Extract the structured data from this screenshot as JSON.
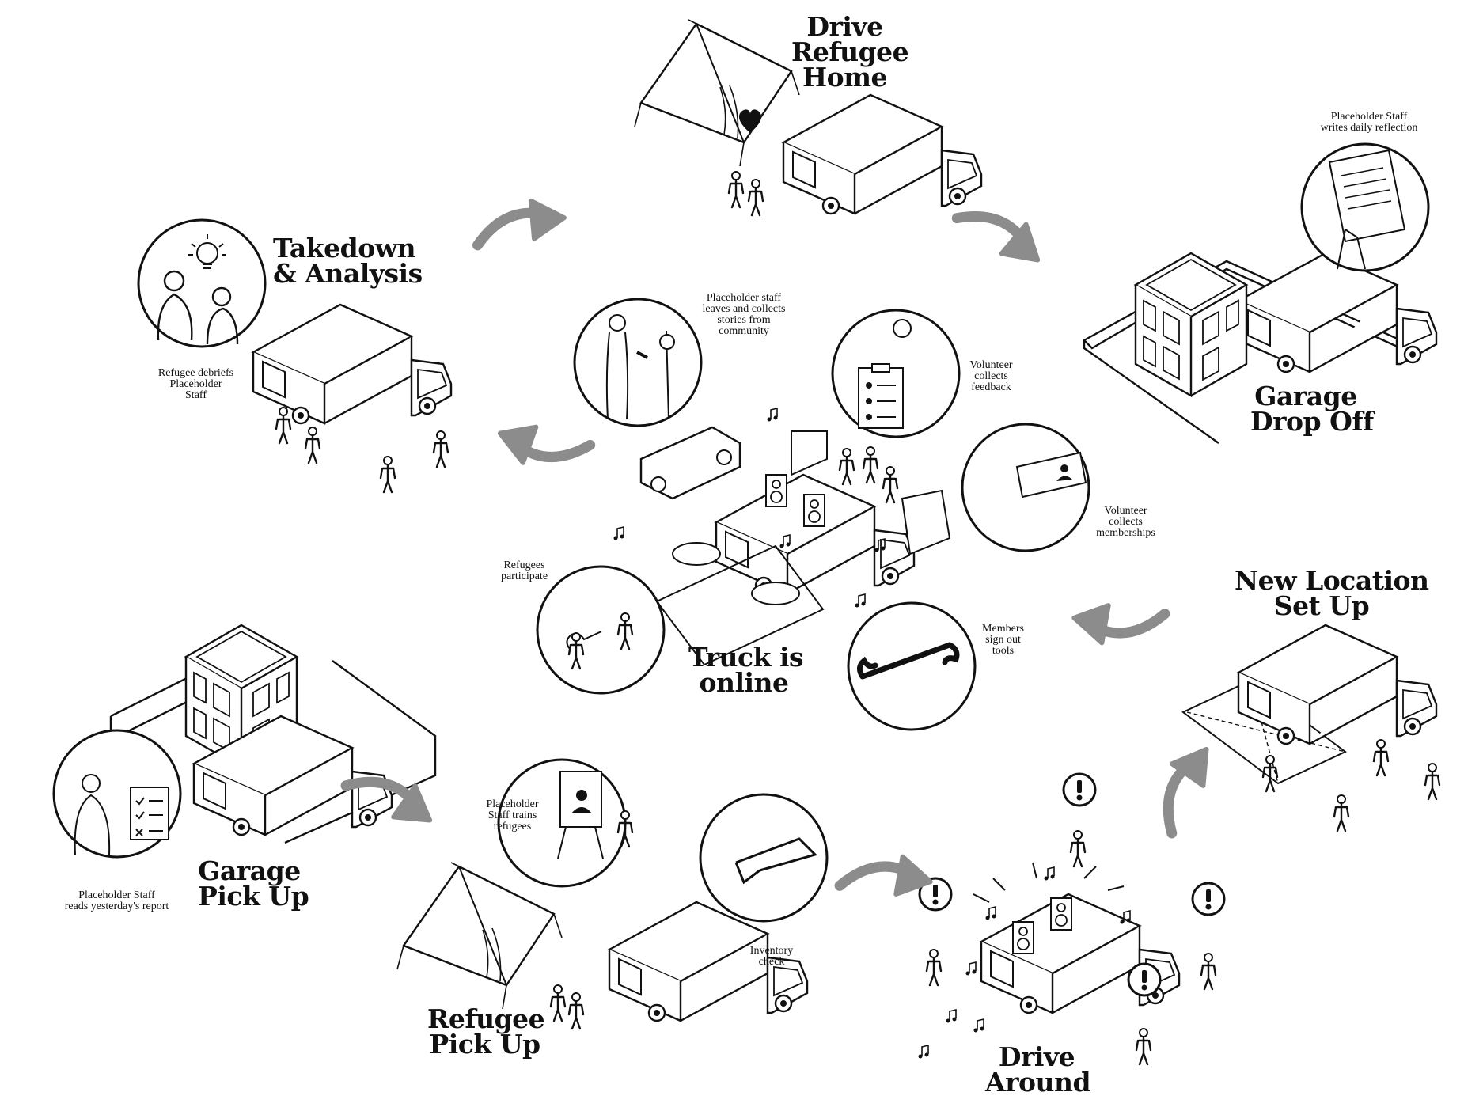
{
  "stages": {
    "drive_refugee_home": [
      "Drive",
      "Refugee",
      "Home"
    ],
    "garage_drop_off": [
      "Garage",
      "Drop Off"
    ],
    "takedown_analysis": [
      "Takedown",
      "& Analysis"
    ],
    "truck_is_online": [
      "Truck is",
      "online"
    ],
    "new_location_set_up": [
      "New Location",
      "Set Up"
    ],
    "garage_pick_up": [
      "Garage",
      "Pick Up"
    ],
    "refugee_pick_up": [
      "Refugee",
      "Pick Up"
    ],
    "drive_around": [
      "Drive",
      "Around"
    ]
  },
  "captions": {
    "staff_reflection": [
      "Placeholder Staff",
      "writes daily reflection"
    ],
    "refugee_debriefs": [
      "Refugee debriefs",
      "Placeholder",
      "Staff"
    ],
    "staff_stories": [
      "Placeholder staff",
      "leaves and collects",
      "stories from",
      "community"
    ],
    "volunteer_feedback": [
      "Volunteer",
      "collects",
      "feedback"
    ],
    "volunteer_memberships": [
      "Volunteer",
      "collects",
      "memberships"
    ],
    "refugees_participate": [
      "Refugees",
      "participate"
    ],
    "members_tools": [
      "Members",
      "sign out",
      "tools"
    ],
    "staff_trains": [
      "Placeholder",
      "Staff trains",
      "refugees"
    ],
    "inventory_check": [
      "Inventory",
      "check"
    ],
    "staff_report": [
      "Placeholder Staff",
      "reads yesterday's report"
    ]
  },
  "colors": {
    "ink": "#111111",
    "arrow": "#8c8c8c",
    "heart": "#111111"
  },
  "icons": [
    "tent-icon",
    "truck-icon",
    "garage-building-icon",
    "heart-icon",
    "lightbulb-icon",
    "clipboard-icon",
    "speaker-icon",
    "music-note-icon",
    "alert-icon",
    "wrench-icon",
    "membership-card-icon",
    "microphone-icon",
    "easel-icon",
    "guitar-icon",
    "document-icon",
    "car-icon",
    "table-icon",
    "person-icon"
  ]
}
